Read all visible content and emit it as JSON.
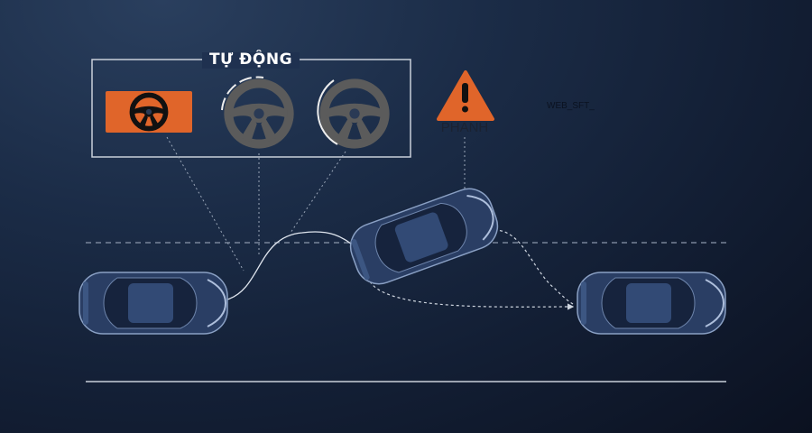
{
  "mode_group": {
    "title": "TỰ ĐỘNG",
    "icons": [
      "steering-wheel-active",
      "steering-wheel-turning",
      "steering-wheel-correcting"
    ]
  },
  "warning": {
    "icon": "warning-triangle",
    "label": "PHANH"
  },
  "code_label": "WEB_SFT_",
  "colors": {
    "accent": "#e0652a",
    "icon_gray": "#5b5b5b",
    "line": "#cfd6e0"
  }
}
